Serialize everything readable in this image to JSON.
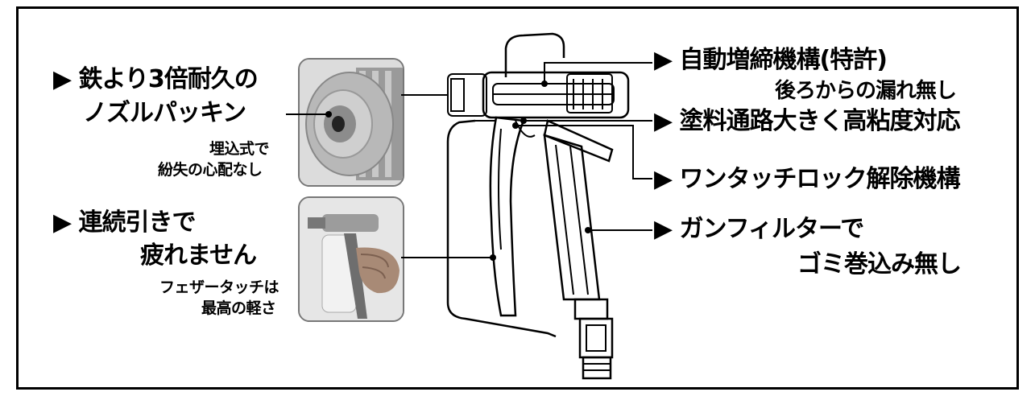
{
  "left": {
    "nozzle": {
      "line1": "鉄より3倍耐久の",
      "line2": "ノズルパッキン",
      "note1": "埋込式で",
      "note2": "紛失の心配なし"
    },
    "trigger": {
      "line1": "連続引きで",
      "line2": "疲れません",
      "note1": "フェザータッチは",
      "note2": "最高の軽さ"
    }
  },
  "right": {
    "auto_tighten": {
      "line1": "自動増締機構(特許)",
      "line2": "後ろからの漏れ無し"
    },
    "paint_path": {
      "line1": "塗料通路大きく高粘度対応"
    },
    "one_touch": {
      "line1": "ワンタッチロック解除機構"
    },
    "gun_filter": {
      "line1": "ガンフィルターで",
      "line2": "ゴミ巻込み無し"
    }
  },
  "icons": {
    "pointer": "▶",
    "arrow_head": "▶"
  },
  "colors": {
    "ink": "#000000",
    "photo_bg": "#e4e4e4",
    "metal": "#b0b0b0"
  }
}
